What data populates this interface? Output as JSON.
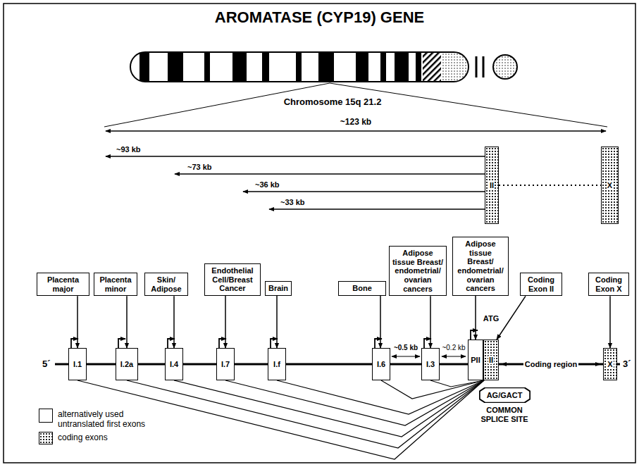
{
  "diagram": {
    "title": "AROMATASE (CYP19) GENE",
    "nodes": [
      {
        "text": [
          "II"
        ]
      },
      {
        "text": [
          "X"
        ]
      },
      {
        "text": [
          "Placenta major"
        ]
      },
      {
        "text": [
          "Placenta minor"
        ]
      },
      {
        "text": [
          "Skin/ Adipose"
        ]
      },
      {
        "text": [
          "Endothelial Cell/Breast Cancer"
        ]
      },
      {
        "text": [
          "Brain"
        ]
      },
      {
        "text": [
          "Bone"
        ]
      },
      {
        "text": [
          "Adipose tissue Breast/ endometrial/ ovarian cancers"
        ]
      },
      {
        "text": [
          "Adipose tissue Breast/ endometrial/ ovarian cancers"
        ]
      },
      {
        "text": [
          "Coding Exon II"
        ]
      },
      {
        "text": [
          "Coding Exon X"
        ]
      },
      {
        "text": [
          "I.1"
        ]
      },
      {
        "text": [
          "I.2a"
        ]
      },
      {
        "text": [
          "I.4"
        ]
      },
      {
        "text": [
          "I.7"
        ]
      },
      {
        "text": [
          "I.f"
        ]
      },
      {
        "text": [
          "I.6"
        ]
      },
      {
        "text": [
          "I.3"
        ]
      },
      {
        "text": [
          "PII"
        ]
      },
      {
        "text": [
          "II"
        ]
      },
      {
        "text": [
          "X"
        ]
      },
      {
        "text": [
          "AG/GACT"
        ]
      }
    ],
    "edges": [
      {
        "from": 0,
        "to": 1,
        "arrow": "none"
      },
      {
        "from": 2,
        "to": 12,
        "arrow": "to"
      },
      {
        "from": 3,
        "to": 13,
        "arrow": "to"
      },
      {
        "from": 4,
        "to": 14,
        "arrow": "to"
      },
      {
        "from": 5,
        "to": 15,
        "arrow": "to"
      },
      {
        "from": 6,
        "to": 16,
        "arrow": "to"
      },
      {
        "from": 7,
        "to": 17,
        "arrow": "to"
      },
      {
        "from": 8,
        "to": 18,
        "arrow": "to"
      },
      {
        "from": 9,
        "to": 19,
        "arrow": "to"
      },
      {
        "from": 10,
        "to": 20,
        "arrow": "to"
      },
      {
        "from": 11,
        "to": 21,
        "arrow": "to"
      },
      {
        "from": 12,
        "to": 20,
        "arrow": "none"
      },
      {
        "from": 13,
        "to": 20,
        "arrow": "none"
      },
      {
        "from": 14,
        "to": 20,
        "arrow": "none"
      },
      {
        "from": 15,
        "to": 20,
        "arrow": "none"
      },
      {
        "from": 16,
        "to": 20,
        "arrow": "none"
      },
      {
        "from": 17,
        "to": 20,
        "arrow": "none"
      },
      {
        "from": 18,
        "to": 20,
        "arrow": "none"
      }
    ],
    "labels": [
      "Chromosome 15q 21.2",
      "~123 kb",
      "~93 kb",
      "~73 kb",
      "~36 kb",
      "~33 kb",
      "~0.5 kb",
      "~0.2 kb",
      "ATG",
      "Coding region",
      "5´",
      "3´",
      "COMMON SPLICE SITE"
    ],
    "legend": [
      {
        "text": "alternatively used untranslated first exons",
        "color": "#ffffff"
      },
      {
        "text": "coding exons"
      }
    ]
  }
}
